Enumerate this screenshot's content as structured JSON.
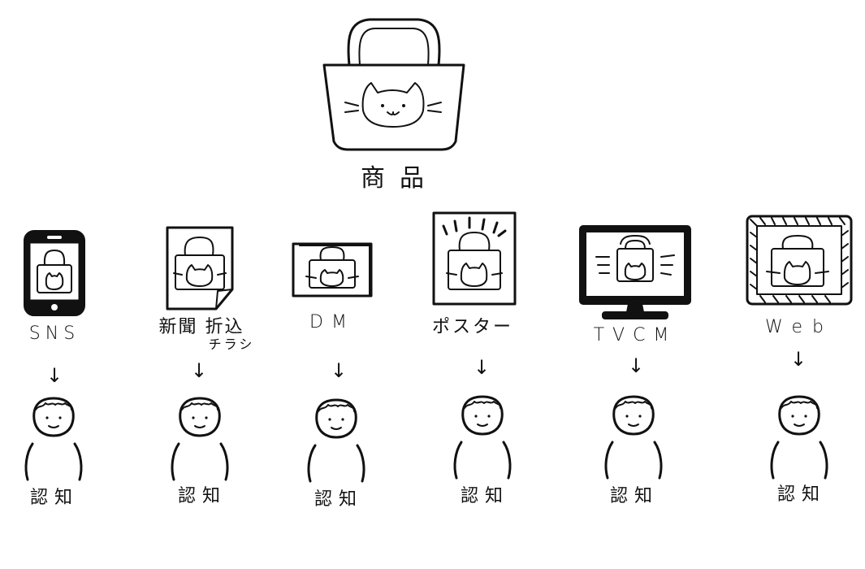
{
  "product": {
    "label": "商品"
  },
  "channels": [
    {
      "label": "SNS",
      "sublabel": ""
    },
    {
      "label": "新聞 折込",
      "sublabel": "チラシ"
    },
    {
      "label": "DM",
      "sublabel": ""
    },
    {
      "label": "ポスター",
      "sublabel": ""
    },
    {
      "label": "TVCM",
      "sublabel": ""
    },
    {
      "label": "Web",
      "sublabel": ""
    }
  ],
  "arrow_glyph": "↓",
  "outcome": {
    "label": "認知"
  }
}
